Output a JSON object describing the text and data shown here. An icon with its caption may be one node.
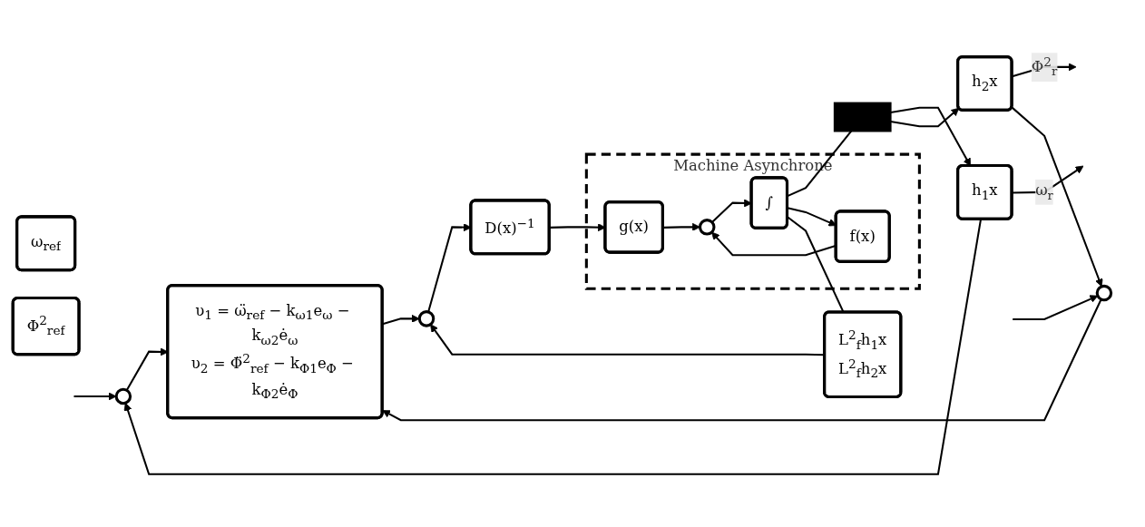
{
  "diagram": {
    "nodes": [
      {
        "text": [
          "ω$_{ref}$"
        ]
      },
      {
        "text": [],
        "shape": "circle"
      },
      {
        "text": [],
        "shape": "circle"
      },
      {
        "text": [
          "Φ$^{2}$$_{ref}$"
        ]
      },
      {
        "text": [
          "υ$_{1}$ = ω̈$_{ref}$ − k$_{ω1}$e$_{ω}$ − k$_{ω2}$ė$_{ω}$",
          "υ$_{2}$ = Φ̈$^{2}$$_{ref}$ − k$_{Φ1}$e$_{Φ}$ − k$_{Φ2}$ė$_{Φ}$"
        ]
      },
      {
        "text": [],
        "shape": "circle"
      },
      {
        "text": [
          "D(x)$^{−1}$"
        ]
      },
      {
        "text": [
          "Machine Asynchrone"
        ]
      },
      {
        "text": [
          "g(x)"
        ],
        "in": 7
      },
      {
        "text": [],
        "shape": "circle",
        "in": 7
      },
      {
        "text": [
          "∫"
        ],
        "in": 7
      },
      {
        "text": [
          "f(x)"
        ],
        "in": 7
      },
      {
        "text": [],
        "shape": "bar"
      },
      {
        "text": [
          "h$_{1}$x"
        ]
      },
      {
        "text": [
          "h$_{2}$x"
        ]
      },
      {
        "text": [
          "L$^{2}$$_{f}$h$_{1}$x",
          "L$^{2}$$_{f}$h$_{2}$x"
        ]
      }
    ],
    "edges": [
      {
        "from": null,
        "to": 1,
        "arrow": "to"
      },
      {
        "from": null,
        "to": 2,
        "arrow": "to"
      },
      {
        "from": 1,
        "to": 4,
        "arrow": "to"
      },
      {
        "from": 2,
        "to": 4,
        "arrow": "to"
      },
      {
        "from": 4,
        "to": 5,
        "arrow": "to"
      },
      {
        "from": 5,
        "to": 6,
        "arrow": "to"
      },
      {
        "from": 6,
        "to": 8,
        "arrow": "to"
      },
      {
        "from": 8,
        "to": 9,
        "arrow": "to"
      },
      {
        "from": 9,
        "to": 10,
        "arrow": "to"
      },
      {
        "from": 10,
        "to": 12,
        "arrow": "none"
      },
      {
        "from": 10,
        "to": 11,
        "arrow": "to"
      },
      {
        "from": 11,
        "to": 9,
        "arrow": "to"
      },
      {
        "from": 10,
        "to": 15,
        "arrow": "none"
      },
      {
        "from": 12,
        "to": 13,
        "arrow": "to"
      },
      {
        "from": 12,
        "to": 14,
        "arrow": "to"
      },
      {
        "from": 13,
        "to": null,
        "arrow": "to",
        "label": "ω$_{r}$"
      },
      {
        "from": 14,
        "to": null,
        "arrow": "to",
        "label": "Φ$^{2}$$_{r}$"
      },
      {
        "from": 15,
        "to": 5,
        "arrow": "to"
      },
      {
        "from": 14,
        "to": 2,
        "arrow": "to"
      },
      {
        "from": 13,
        "to": 1,
        "arrow": "to"
      }
    ]
  }
}
